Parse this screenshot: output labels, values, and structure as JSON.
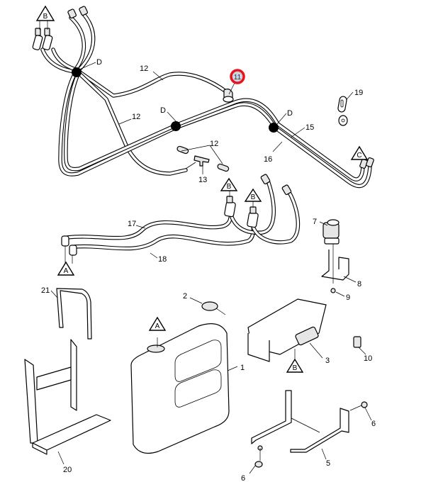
{
  "diagram": {
    "title": "Fuel heater / auxiliary heater hose and tank assembly - exploded parts view",
    "highlighted_callout": "11",
    "highlight_colors": {
      "ring": "#e8141c",
      "fill": "#c9d4e3"
    },
    "callouts": [
      {
        "id": "c1",
        "text": "1",
        "part": "fuel-tank"
      },
      {
        "id": "c2",
        "text": "2",
        "part": "tank-cap"
      },
      {
        "id": "c3",
        "text": "3",
        "part": "heater-unit"
      },
      {
        "id": "c5",
        "text": "5",
        "part": "mounting-bracket"
      },
      {
        "id": "c6a",
        "text": "6",
        "part": "bolt"
      },
      {
        "id": "c6b",
        "text": "6",
        "part": "bolt"
      },
      {
        "id": "c7",
        "text": "7",
        "part": "solenoid-valve"
      },
      {
        "id": "c8",
        "text": "8",
        "part": "valve-bracket"
      },
      {
        "id": "c9",
        "text": "9",
        "part": "screw"
      },
      {
        "id": "c10",
        "text": "10",
        "part": "nipple"
      },
      {
        "id": "c11",
        "text": "11",
        "part": "elbow-connector"
      },
      {
        "id": "c12a",
        "text": "12",
        "part": "hose"
      },
      {
        "id": "c12b",
        "text": "12",
        "part": "hose"
      },
      {
        "id": "c12c",
        "text": "12",
        "part": "hose-sleeve"
      },
      {
        "id": "c13",
        "text": "13",
        "part": "t-connector"
      },
      {
        "id": "c15",
        "text": "15",
        "part": "hose"
      },
      {
        "id": "c16",
        "text": "16",
        "part": "hose"
      },
      {
        "id": "c17",
        "text": "17",
        "part": "hose"
      },
      {
        "id": "c18",
        "text": "18",
        "part": "hose"
      },
      {
        "id": "c19",
        "text": "19",
        "part": "clip"
      },
      {
        "id": "c20",
        "text": "20",
        "part": "tank-cradle"
      },
      {
        "id": "c21",
        "text": "21",
        "part": "tank-strap"
      }
    ],
    "clamp_label": "D",
    "reference_markers": {
      "A": "A",
      "B": "B",
      "C": "C"
    }
  }
}
